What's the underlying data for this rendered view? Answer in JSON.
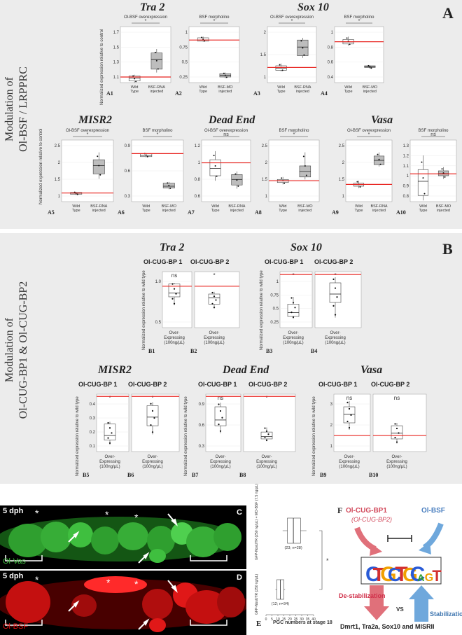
{
  "section_a": {
    "side_title_line1": "Modulation of",
    "side_title_line2": "Ol-BSF / LRPPRC",
    "letter": "A",
    "genes": {
      "tra2": "Tra 2",
      "sox10": "Sox 10",
      "misr2": "MISR2",
      "deadend": "Dead End",
      "vasa": "Vasa"
    },
    "ylabel": "Normalized expression relative to control",
    "ylabel2": "Normalized expression relative to control",
    "panels": [
      {
        "id": "A1",
        "title": "Ol-BSF overexpression",
        "sig": "*",
        "xcats": [
          "Wild Type",
          "BSF-RNA injected"
        ],
        "yticks": [
          "1.7",
          "1.5",
          "1.3",
          "1.1"
        ]
      },
      {
        "id": "A2",
        "title": "BSF morpholino",
        "sig": "*",
        "xcats": [
          "Wild Type",
          "BSF-MO injected"
        ],
        "yticks": [
          "1",
          "0.75",
          "0.5",
          "0.25"
        ]
      },
      {
        "id": "A3",
        "title": "Ol-BSF overexpression",
        "sig": "*",
        "xcats": [
          "Wild Type",
          "BSF-RNA injected"
        ],
        "yticks": [
          "2",
          "1.5",
          "1"
        ]
      },
      {
        "id": "A4",
        "title": "BSF morpholino",
        "sig": "*",
        "xcats": [
          "Wild Type",
          "BSF-MO injected"
        ],
        "yticks": [
          "1",
          "0.8",
          "0.6",
          "0.4"
        ]
      },
      {
        "id": "A5",
        "title": "Ol-BSF overexpression",
        "sig": "*",
        "xcats": [
          "Wild Type",
          "BSF-RNA injected"
        ],
        "yticks": [
          "2.5",
          "2",
          "1.5",
          "1"
        ]
      },
      {
        "id": "A6",
        "title": "BSF morpholino",
        "sig": "*",
        "xcats": [
          "Wild Type",
          "BSF-MO injected"
        ],
        "yticks": [
          "0.9",
          "0.6",
          "0.3"
        ]
      },
      {
        "id": "A7",
        "title": "Ol-BSF overexpression",
        "sig": "ns",
        "xcats": [
          "Wild Type",
          "BSF-RNA injected"
        ],
        "yticks": [
          "1.2",
          "1",
          "0.8",
          "0.6"
        ]
      },
      {
        "id": "A8",
        "title": "BSF morpholino",
        "sig": "*",
        "xcats": [
          "Wild Type",
          "BSF-MO injected"
        ],
        "yticks": [
          "2.5",
          "2",
          "1.5",
          "1"
        ]
      },
      {
        "id": "A9",
        "title": "Ol-BSF overexpression",
        "sig": "*",
        "xcats": [
          "Wild Type",
          "BSF-RNA injected"
        ],
        "yticks": [
          "2.5",
          "2",
          "1.5",
          "1"
        ]
      },
      {
        "id": "A10",
        "title": "BSF morpholino",
        "sig": "ns",
        "xcats": [
          "Wild Type",
          "BSF-MO injected"
        ],
        "yticks": [
          "1.3",
          "1.2",
          "1.1",
          "1",
          "0.9",
          "0.8"
        ]
      }
    ]
  },
  "section_b": {
    "side_title_line1": "Modulation of",
    "side_title_line2": "Ol-CUG-BP1 & Ol-CUG-BP2",
    "letter": "B",
    "genes": {
      "tra2": "Tra 2",
      "sox10": "Sox 10",
      "misr2": "MISR2",
      "deadend": "Dead End",
      "vasa": "Vasa"
    },
    "bp1": "Ol-CUG-BP 1",
    "bp2": "Ol-CUG-BP 2",
    "ylabel": "Normalized expression relative to wild type",
    "xcat_line1": "Over-",
    "xcat_line2": "Expressing",
    "xcat_line3": "(100ng/µL)",
    "panels": [
      {
        "id": "B1",
        "sig": "ns",
        "yticks": [
          "1.0",
          "0.5"
        ]
      },
      {
        "id": "B2",
        "sig": "*"
      },
      {
        "id": "B3",
        "sig": "*",
        "yticks": [
          "1",
          "0.75",
          "0.5",
          "0.25"
        ]
      },
      {
        "id": "B4",
        "sig": "*"
      },
      {
        "id": "B5",
        "sig": "*",
        "yticks": [
          "0.4",
          "0.3",
          "0.2",
          "0.1"
        ]
      },
      {
        "id": "B6",
        "sig": "*"
      },
      {
        "id": "B7",
        "sig": "ns",
        "yticks": [
          "0.9",
          "0.6",
          "0.3"
        ]
      },
      {
        "id": "B8",
        "sig": "*"
      },
      {
        "id": "B9",
        "sig": "ns",
        "yticks": [
          "3",
          "2",
          "1"
        ]
      },
      {
        "id": "B10",
        "sig": "ns"
      }
    ]
  },
  "section_c": {
    "panel_c_label": "C",
    "panel_d_label": "D",
    "age": "5 dph",
    "age2": "5 dph",
    "marker_c": "Ol-Vas",
    "marker_d": "Ol-BSF"
  },
  "section_e": {
    "label": "E",
    "top_group": "GFP-NosUTR (250 ng/µL) + MO-BSF (7.5 ng/µL)",
    "bottom_group": "GFP-NosUTR (250 ng/µL)",
    "top_n": "(23; n=28)",
    "bottom_n": "(12; n=34)",
    "xlabel": "PGC numbers at stage 18",
    "xticks": [
      "0",
      "5",
      "10",
      "15",
      "20",
      "25",
      "30",
      "35",
      "40"
    ],
    "sig": "*"
  },
  "section_f": {
    "label": "F",
    "cugbp1": "Ol-CUG-BP1",
    "cugbp2": "(Ol-CUG-BP2)",
    "bsf": "Ol-BSF",
    "motif": [
      "C",
      "T",
      "G",
      "C",
      "T",
      "G",
      "C",
      "A",
      "G",
      "T"
    ],
    "destab": "De-stabilization",
    "vs": "VS",
    "stab": "Stabilization",
    "targets": "Dmrt1, Tra2a, Sox10 and MISRII"
  },
  "colors": {
    "ref_line": "#e8231f",
    "box_fill": "#bdbdbd",
    "panel_bg": "#ececec",
    "vas_green": "#3fbf3f",
    "bsf_red": "#e81010",
    "arrow_pink": "#e0707a",
    "arrow_blue": "#6fa8dc"
  }
}
